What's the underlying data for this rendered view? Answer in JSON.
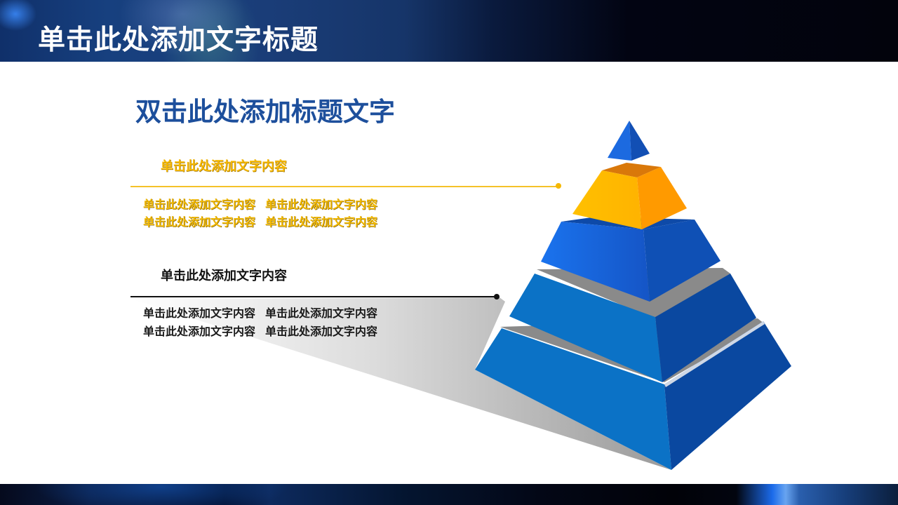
{
  "header": {
    "title": "单击此处添加文字标题"
  },
  "main": {
    "title": "双击此处添加标题文字",
    "sections": [
      {
        "heading": "单击此处添加文字内容",
        "accent_color": "#f5b800",
        "lines": [
          [
            "单击此处添加文字内容",
            "单击此处添加文字内容"
          ],
          [
            "单击此处添加文字内容",
            "单击此处添加文字内容"
          ]
        ]
      },
      {
        "heading": "单击此处添加文字内容",
        "accent_color": "#111111",
        "lines": [
          [
            "单击此处添加文字内容",
            "单击此处添加文字内容"
          ],
          [
            "单击此处添加文字内容",
            "单击此处添加文字内容"
          ]
        ]
      }
    ]
  },
  "pyramid": {
    "levels": [
      {
        "name": "apex",
        "color": "#1f63d6"
      },
      {
        "name": "level-2",
        "color": "#ffb800"
      },
      {
        "name": "level-3",
        "color": "#1b66d8"
      },
      {
        "name": "level-4",
        "color": "#0b72c6"
      },
      {
        "name": "level-5",
        "color": "#0b72c6"
      }
    ],
    "separator_color": "#8a8a8a"
  }
}
